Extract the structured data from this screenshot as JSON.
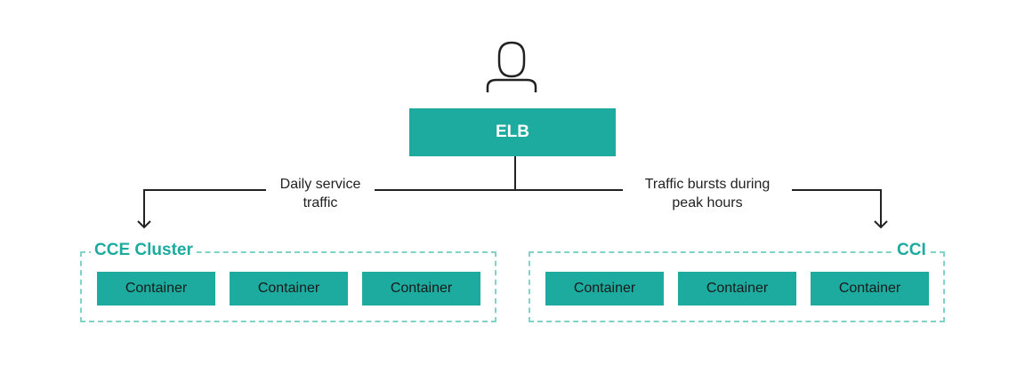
{
  "elb": {
    "label": "ELB"
  },
  "flows": {
    "left": {
      "line1": "Daily service",
      "line2": "traffic"
    },
    "right": {
      "line1": "Traffic bursts during",
      "line2": "peak hours"
    }
  },
  "groups": {
    "cce": {
      "title": "CCE Cluster",
      "containers": [
        "Container",
        "Container",
        "Container"
      ]
    },
    "cci": {
      "title": "CCI",
      "containers": [
        "Container",
        "Container",
        "Container"
      ]
    }
  },
  "colors": {
    "accent": "#1cab9e",
    "border_dashed": "#7fd3c9",
    "line": "#222222"
  },
  "icons": {
    "user": "user-icon"
  }
}
